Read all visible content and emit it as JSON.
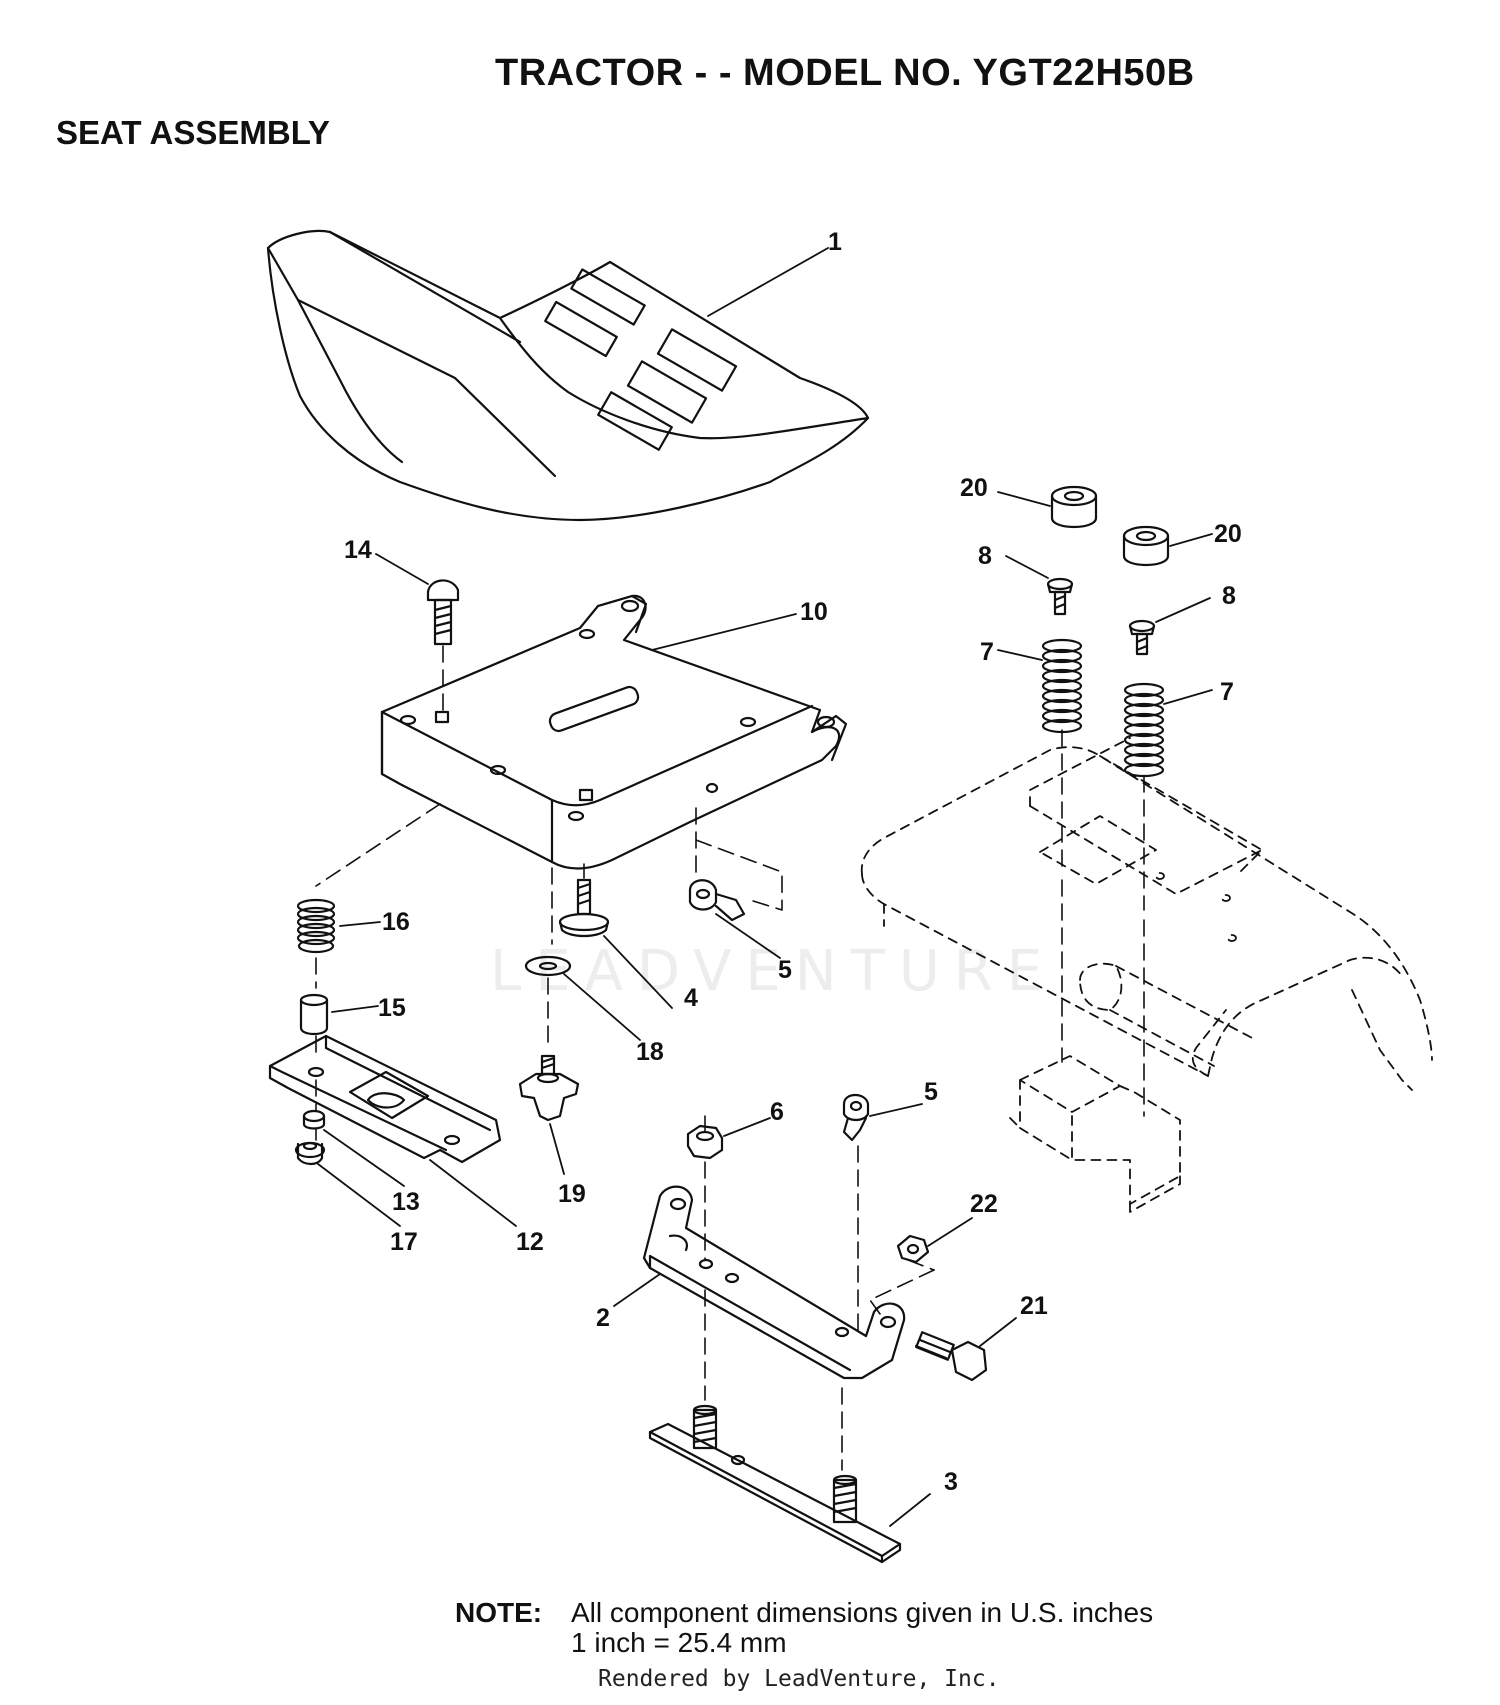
{
  "header": {
    "title": "TRACTOR - - MODEL NO. YGT22H50B",
    "subtitle": "SEAT ASSEMBLY"
  },
  "watermark": "LEADVENTURE",
  "callouts": {
    "c1": "1",
    "c2": "2",
    "c3": "3",
    "c4": "4",
    "c5a": "5",
    "c5b": "5",
    "c6": "6",
    "c7a": "7",
    "c7b": "7",
    "c8a": "8",
    "c8b": "8",
    "c10": "10",
    "c12": "12",
    "c13": "13",
    "c14": "14",
    "c15": "15",
    "c16": "16",
    "c17": "17",
    "c18": "18",
    "c19": "19",
    "c20a": "20",
    "c20b": "20",
    "c21": "21",
    "c22": "22"
  },
  "note": {
    "label": "NOTE:",
    "line1": "All component dimensions given in U.S. inches",
    "line2": "1 inch = 25.4 mm"
  },
  "footer": {
    "rendered_by": "Rendered by LeadVenture, Inc."
  }
}
